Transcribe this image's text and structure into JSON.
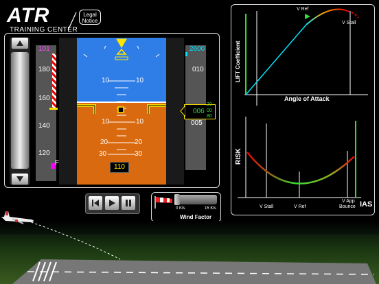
{
  "header": {
    "logo_text": "ATR",
    "subtitle": "TRAINING CENTER",
    "legal_label_1": "Legal",
    "legal_label_2": "Notice"
  },
  "pfd": {
    "speed_bug": "101",
    "speed_ticks": [
      "180",
      "160",
      "140",
      "120"
    ],
    "pitch_labels": [
      "10",
      "10",
      "10",
      "10",
      "20",
      "20",
      "30",
      "30"
    ],
    "heading": "110",
    "altitude_bug": "2600",
    "altitude_ticks": [
      "010",
      "005"
    ],
    "altitude_readout": "006",
    "altitude_readout_small": [
      "20",
      "00",
      "80"
    ],
    "speed_marker": "F"
  },
  "controls": {
    "up_icon": "triangle-up-icon",
    "down_icon": "triangle-down-icon",
    "rewind_icon": "skip-back-icon",
    "play_icon": "play-icon",
    "pause_icon": "pause-icon"
  },
  "wind": {
    "min_label": "0 Kts",
    "max_label": "15 Kts",
    "title": "Wind Factor"
  },
  "lift_chart": {
    "ylabel": "LIFT Coefficient",
    "xlabel": "Angle of Attack",
    "vref_label": "V Ref",
    "vstall_label": "V Stall"
  },
  "risk_chart": {
    "ylabel": "RISK",
    "xlabel": "IAS",
    "vstall_label": "V Stall",
    "vref_label": "V Ref",
    "vapp_label": "V App",
    "bounce_label": "Bounce"
  },
  "colors": {
    "sky": "#2f7ee8",
    "ground": "#d96a10",
    "magenta": "#ff00ff",
    "green": "#33dd33",
    "cyan": "#00e5ff"
  }
}
